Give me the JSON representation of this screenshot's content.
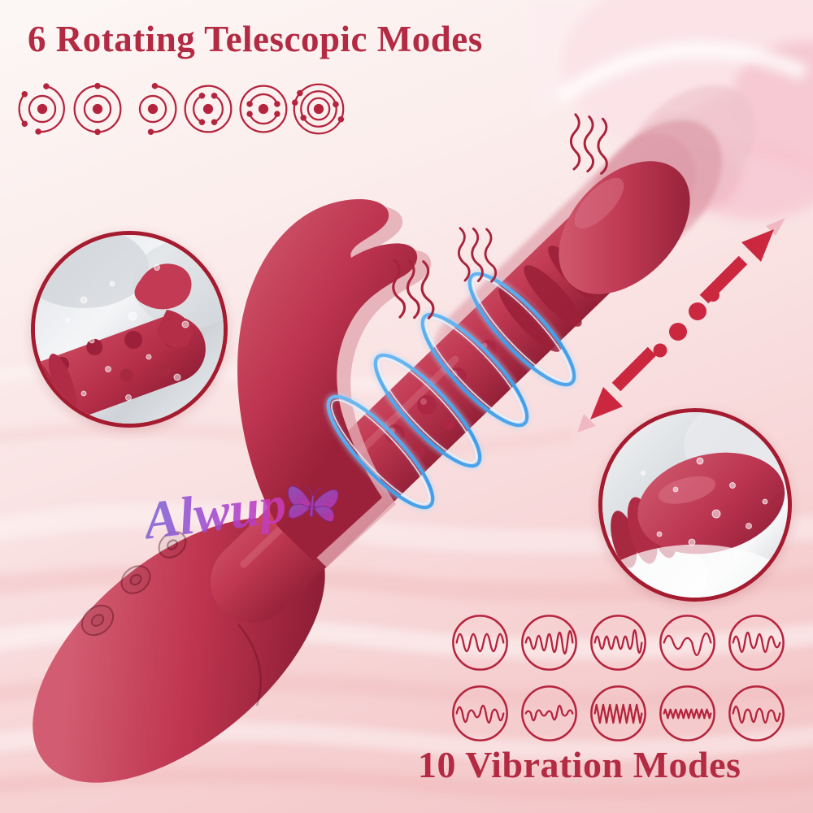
{
  "titles": {
    "rotating": "6 Rotating Telescopic Modes",
    "vibration": "10 Vibration Modes"
  },
  "watermark": {
    "text": "Alwup",
    "icon": "butterfly-icon"
  },
  "colors": {
    "title_red": "#b32b43",
    "icon_red": "#b5243d",
    "device_red": "#c23a53",
    "device_red_dark": "#8f1d35",
    "device_red_light": "#d4657a",
    "ghost_pink": "#dd9aa5",
    "arrow_red": "#cb2840",
    "ring_blue": "#4ba3ea",
    "watermark_purple_start": "#7b68d8",
    "watermark_purple_end": "#cf3bb2",
    "background_top": "#fcf7f5",
    "background_bottom": "#f3c4c6",
    "rose_pink": "#f7ccd6",
    "inset_border": "#a51c30"
  },
  "rotating_modes": {
    "count": 6,
    "items": [
      {
        "id": 1,
        "name": "rotation-mode-1",
        "variant": "inner-circle-split-outer-arcs"
      },
      {
        "id": 2,
        "name": "rotation-mode-2",
        "variant": "inner-circle-outer-circle-pole-dots"
      },
      {
        "id": 3,
        "name": "rotation-mode-3",
        "variant": "inner-circle-right-arc"
      },
      {
        "id": 4,
        "name": "rotation-mode-4",
        "variant": "outer-circle-side-arcs"
      },
      {
        "id": 5,
        "name": "rotation-mode-5",
        "variant": "outer-circle-top-bottom-arcs"
      },
      {
        "id": 6,
        "name": "rotation-mode-6",
        "variant": "triple-rings-scattered-dots"
      }
    ]
  },
  "vibration_modes": {
    "count": 10,
    "items": [
      {
        "id": 1,
        "name": "vibration-mode-1",
        "style": "sine",
        "amps": [
          11,
          11,
          11,
          11,
          11,
          11,
          11
        ]
      },
      {
        "id": 2,
        "name": "vibration-mode-2",
        "style": "sine",
        "amps": [
          7,
          8,
          9,
          10,
          11,
          12,
          13,
          14,
          15
        ]
      },
      {
        "id": 3,
        "name": "vibration-mode-3",
        "style": "sine",
        "amps": [
          8,
          8,
          8,
          8,
          8,
          8,
          8,
          8,
          16,
          13
        ]
      },
      {
        "id": 4,
        "name": "vibration-mode-4",
        "style": "sine",
        "amps": [
          9,
          8,
          6,
          16,
          12
        ]
      },
      {
        "id": 5,
        "name": "vibration-mode-5",
        "style": "sine",
        "amps": [
          8,
          12,
          13,
          7,
          11,
          12,
          8,
          6
        ]
      },
      {
        "id": 6,
        "name": "vibration-mode-6",
        "style": "sine",
        "amps": [
          8,
          11,
          4,
          5,
          10,
          12,
          5,
          9
        ]
      },
      {
        "id": 7,
        "name": "vibration-mode-7",
        "style": "sine",
        "amps": [
          3,
          9,
          4,
          3,
          3,
          8,
          10,
          3,
          4
        ]
      },
      {
        "id": 8,
        "name": "vibration-mode-8",
        "style": "zigzag",
        "amps": [
          11,
          12,
          11,
          12,
          11,
          12,
          11,
          12,
          11,
          12,
          11,
          12,
          11,
          12
        ]
      },
      {
        "id": 9,
        "name": "vibration-mode-9",
        "style": "zigzag",
        "amps": [
          5,
          6,
          5,
          6,
          5,
          6,
          5,
          6,
          5,
          6,
          5,
          6,
          5,
          6,
          5,
          6,
          5,
          6
        ]
      },
      {
        "id": 10,
        "name": "vibration-mode-10",
        "style": "sine",
        "amps": [
          9,
          12,
          5,
          11,
          6,
          12,
          4,
          10
        ]
      }
    ]
  },
  "motion_indicator": {
    "dot_count": 4,
    "direction": "diagonal-double-arrow"
  },
  "insets": [
    {
      "name": "waterproof-closeup-left"
    },
    {
      "name": "waterproof-closeup-right"
    }
  ]
}
